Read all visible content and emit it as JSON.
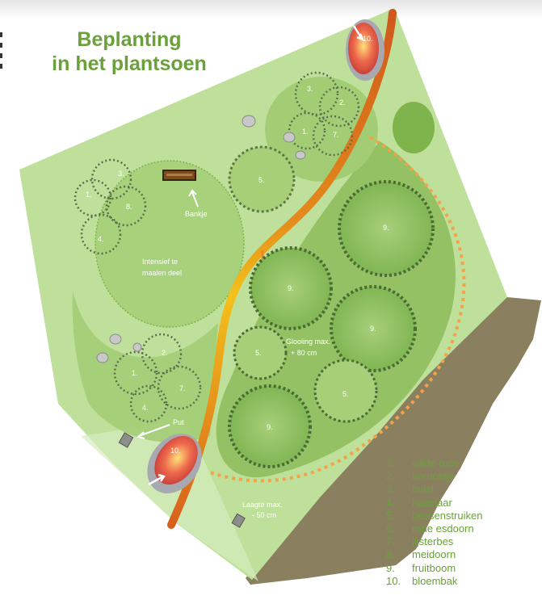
{
  "title": {
    "line1": "Beplanting",
    "line2": "in het plantsoen"
  },
  "labels": {
    "bench": "Bankje",
    "mow_area_line1": "Intensief te",
    "mow_area_line2": "maaien deel",
    "slope_line1": "Glooiing max.",
    "slope_line2": "+ 80 cm",
    "well": "Put",
    "dip_line1": "Laagte max.",
    "dip_line2": "- 50 cm"
  },
  "legend": [
    {
      "num": "1.",
      "name": "wilde roos"
    },
    {
      "num": "2.",
      "name": "kornoelje"
    },
    {
      "num": "3.",
      "name": "hulst"
    },
    {
      "num": "4.",
      "name": "hazelaar"
    },
    {
      "num": "5.",
      "name": "bessenstruiken"
    },
    {
      "num": "6.",
      "name": "rode esdoorn"
    },
    {
      "num": "7.",
      "name": "lijsterbes"
    },
    {
      "num": "8.",
      "name": "meidoorn"
    },
    {
      "num": "9.",
      "name": "fruitboom"
    },
    {
      "num": "10.",
      "name": "bloembak"
    }
  ],
  "plant_numbers": {
    "n1": "1.",
    "n2": "2.",
    "n3": "3.",
    "n4": "4.",
    "n5": "5.",
    "n7": "7.",
    "n8": "8.",
    "n9": "9.",
    "n10": "10."
  },
  "colors": {
    "title": "#6aa13a",
    "grass": "#b9dd8f",
    "path_orange": "#d9641c",
    "path_yellow": "#f2c21a",
    "planter": "#e0504a"
  }
}
